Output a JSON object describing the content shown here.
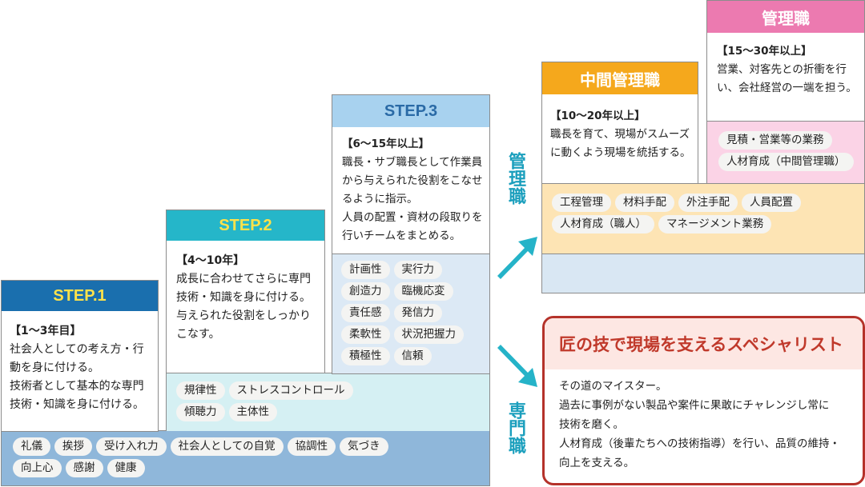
{
  "step1": {
    "title": "STEP.1",
    "years": "【1〜3年目】",
    "lines": [
      "社会人としての考え方・行",
      "動を身に付ける。",
      "技術者として基本的な専門",
      "技術・知識を身に付ける。"
    ]
  },
  "step2": {
    "title": "STEP.2",
    "years": "【4〜10年】",
    "lines": [
      "成長に合わせてさらに専門",
      "技術・知識を身に付ける。",
      "与えられた役割をしっかり",
      "こなす。"
    ],
    "tags": [
      "規律性",
      "ストレスコントロール",
      "傾聴力",
      "主体性"
    ]
  },
  "step3": {
    "title": "STEP.3",
    "years": "【6〜15年以上】",
    "lines": [
      "職長・サブ職長として作業員",
      "から与えられた役割をこなせ",
      "るように指示。",
      "人員の配置・資材の段取りを",
      "行いチームをまとめる。"
    ],
    "tags": [
      "計画性",
      "実行力",
      "創造力",
      "臨機応変",
      "責任感",
      "発信力",
      "柔軟性",
      "状況把握力",
      "積極性",
      "信頼"
    ]
  },
  "base_tags": [
    "礼儀",
    "挨拶",
    "受け入れ力",
    "社会人としての自覚",
    "協調性",
    "気づき",
    "向上心",
    "感謝",
    "健康"
  ],
  "path_labels": {
    "management": "管理職",
    "specialist": "専門職"
  },
  "middle_manager": {
    "title": "中間管理職",
    "years": "【10〜20年以上】",
    "lines": [
      "職長を育て、現場がスムーズ",
      "に動くよう現場を統括する。"
    ],
    "tags": [
      "工程管理",
      "材料手配",
      "外注手配",
      "人員配置",
      "人材育成（職人）",
      "マネージメント業務"
    ]
  },
  "manager": {
    "title": "管理職",
    "years": "【15〜30年以上】",
    "lines": [
      "営業、対客先との折衝を行",
      "い、会社経営の一端を担う。"
    ],
    "tags": [
      "見積・営業等の業務",
      "人材育成（中間管理職）"
    ]
  },
  "specialist": {
    "title": "匠の技で現場を支えるスペシャリスト",
    "lines": [
      "その道のマイスター。",
      "過去に事例がない製品や案件に果敢にチャレンジし常に",
      "技術を磨く。",
      "人材育成（後輩たちへの技術指導）を行い、品質の維持・",
      "向上を支える。"
    ]
  },
  "colors": {
    "step1_header": "#1a6fae",
    "step1_title_text": "#ffe24a",
    "step2_header": "#25b6c9",
    "step2_title_text": "#ffe24a",
    "step3_header": "#a8d2ef",
    "step3_title_text": "#2a6aa6",
    "base_band": "#8fb7da",
    "step2_band": "#d5f0f3",
    "step3_band": "#dce9f5",
    "middle_header": "#f5a81c",
    "middle_band": "#fde4b4",
    "middle_lower": "#d9e7f3",
    "manager_header": "#ec7ab0",
    "manager_band": "#fbd3e6",
    "specialist_border": "#b5322a",
    "specialist_title": "#c0392b",
    "specialist_title_bg": "#fde7e3",
    "arrow": "#25b3c8"
  }
}
